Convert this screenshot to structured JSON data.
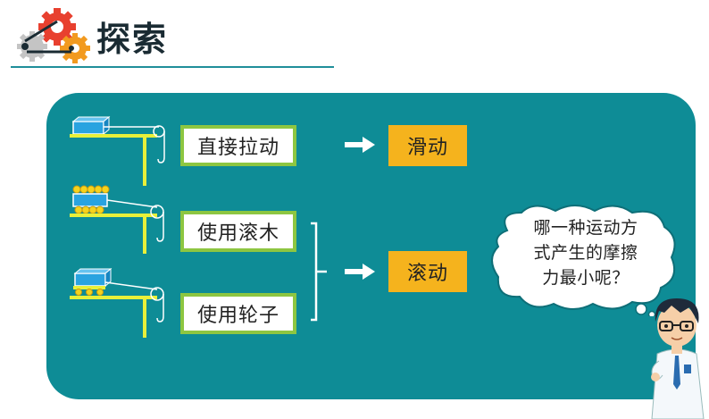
{
  "header": {
    "title": "探索",
    "gear_icon": "gears-icon"
  },
  "methods": [
    {
      "label": "直接拉动",
      "apparatus": "box-on-table-pulled"
    },
    {
      "label": "使用滚木",
      "apparatus": "box-on-logs-pulled"
    },
    {
      "label": "使用轮子",
      "apparatus": "cart-on-wheels-pulled"
    }
  ],
  "results": [
    {
      "label": "滑动"
    },
    {
      "label": "滚动"
    }
  ],
  "question": {
    "line1": "哪一种运动方",
    "line2": "式产生的摩擦",
    "line3": "力最小呢？"
  },
  "colors": {
    "panel": "#0e8c96",
    "label_border": "#8dc641",
    "result_fill": "#f5b31d",
    "table": "#e8f03a"
  }
}
